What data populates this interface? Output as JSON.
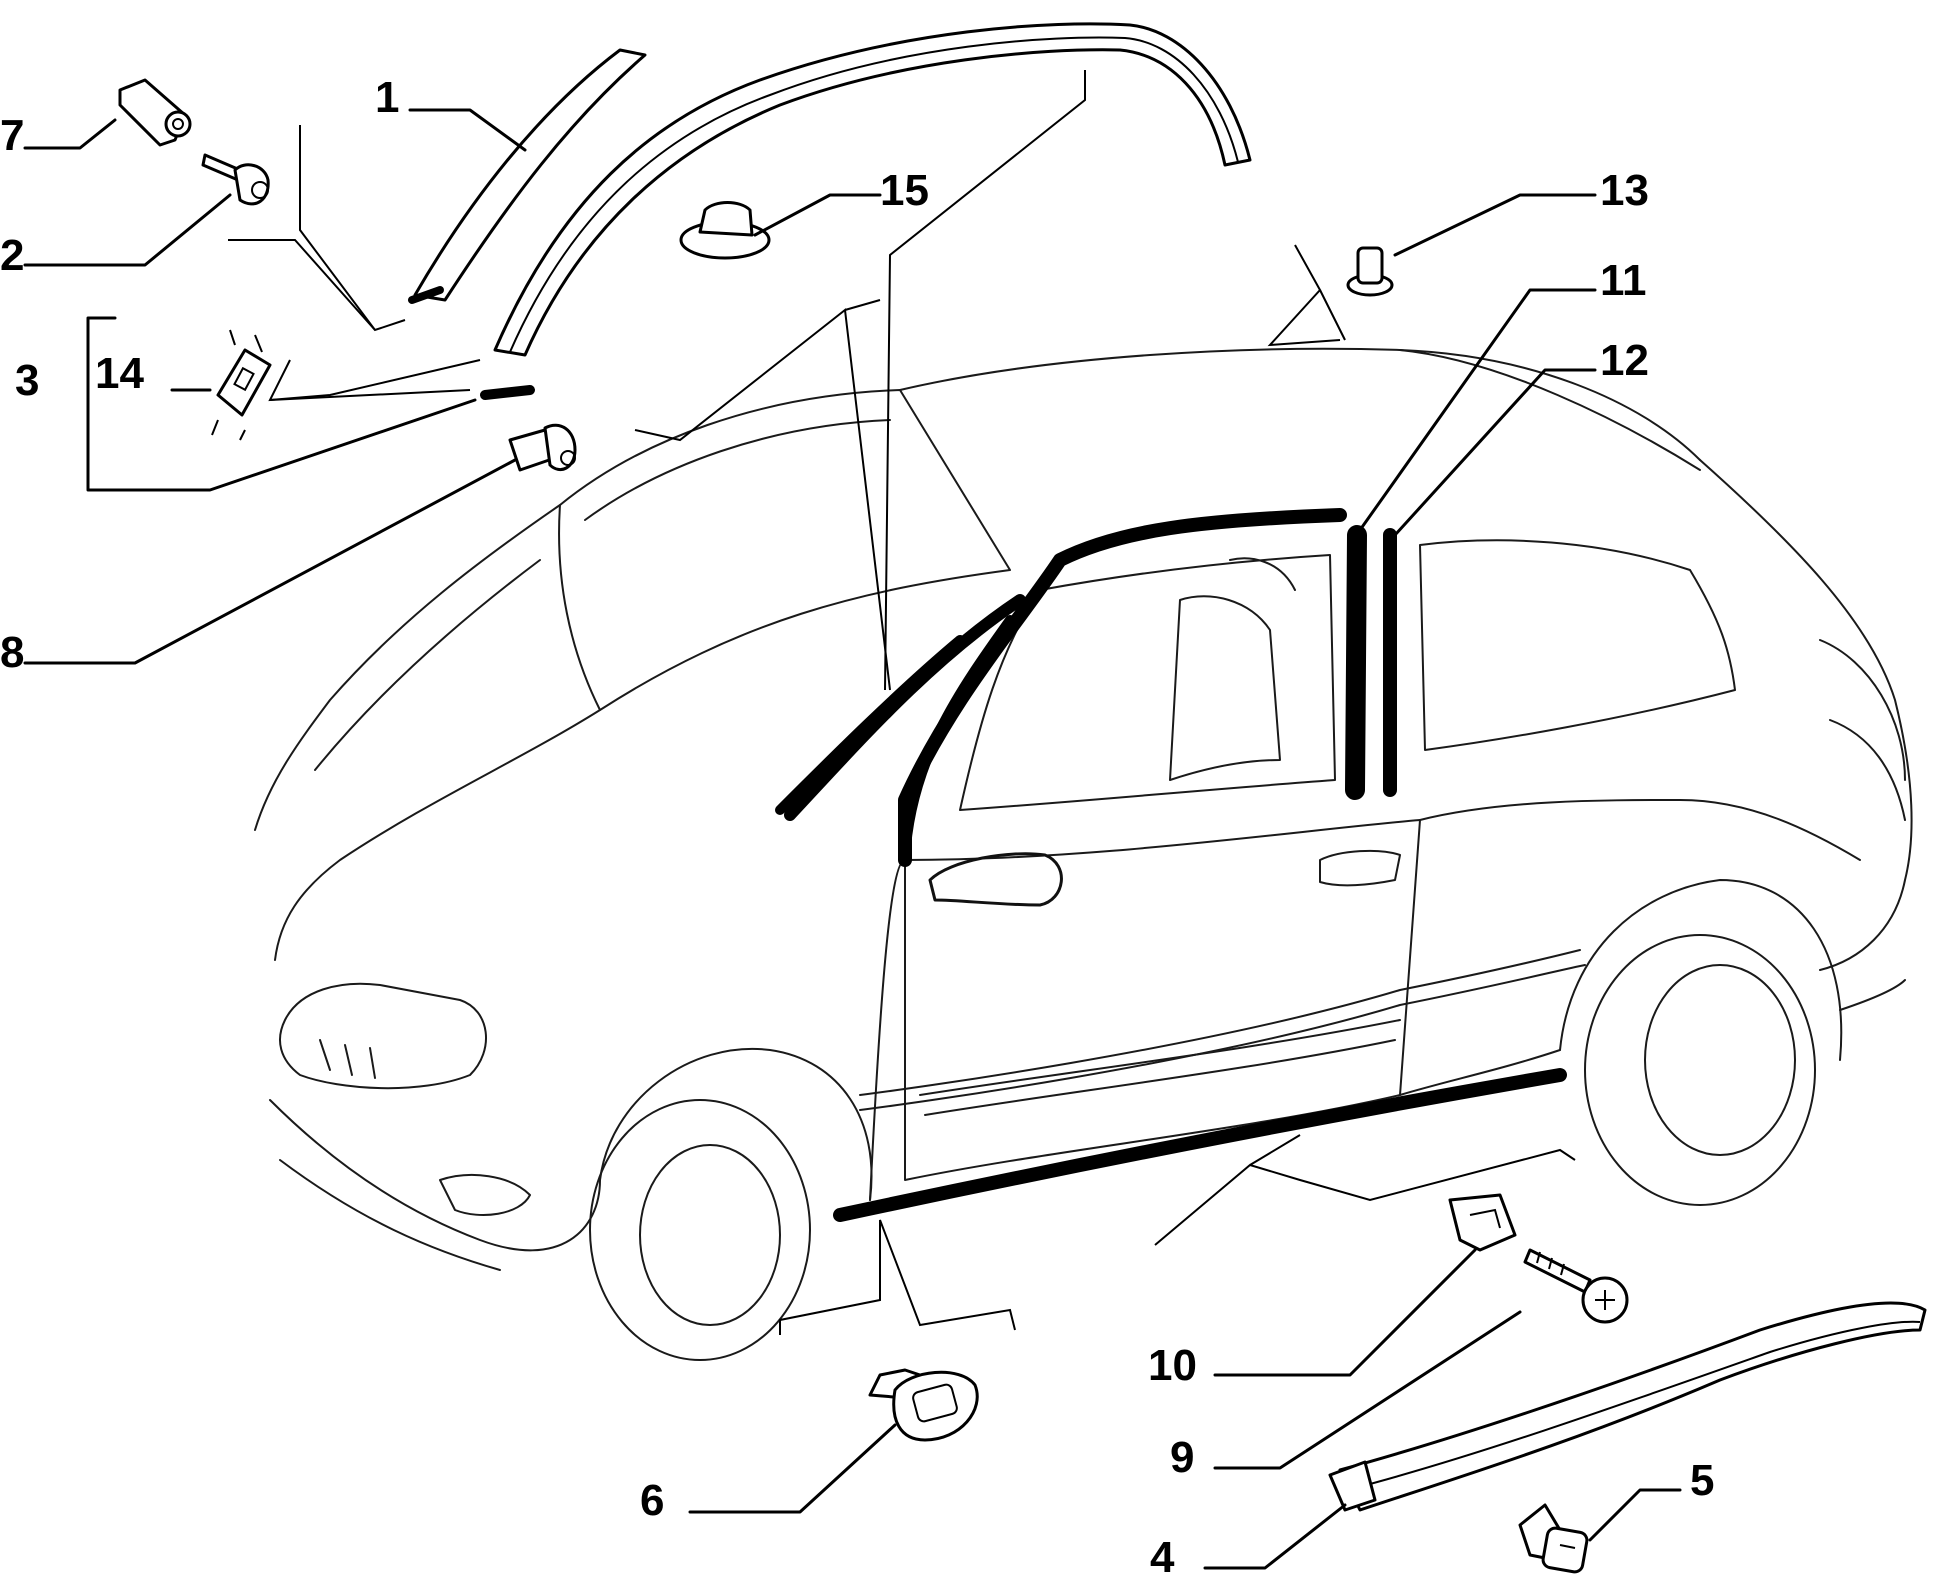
{
  "callouts": [
    {
      "id": "1",
      "label": "1"
    },
    {
      "id": "2",
      "label": "2"
    },
    {
      "id": "3",
      "label": "3"
    },
    {
      "id": "4",
      "label": "4"
    },
    {
      "id": "5",
      "label": "5"
    },
    {
      "id": "6",
      "label": "6"
    },
    {
      "id": "7",
      "label": "7"
    },
    {
      "id": "8",
      "label": "8"
    },
    {
      "id": "9",
      "label": "9"
    },
    {
      "id": "10",
      "label": "10"
    },
    {
      "id": "11",
      "label": "11"
    },
    {
      "id": "12",
      "label": "12"
    },
    {
      "id": "13",
      "label": "13"
    },
    {
      "id": "14",
      "label": "14"
    },
    {
      "id": "15",
      "label": "15"
    }
  ],
  "colors": {
    "line": "#000000",
    "background": "#ffffff",
    "seal_fill": "#000000"
  }
}
